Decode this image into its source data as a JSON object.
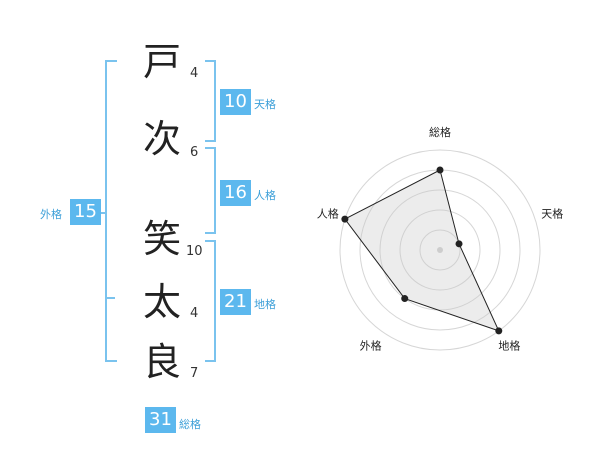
{
  "name": {
    "chars": [
      {
        "char": "戸",
        "strokes": "4"
      },
      {
        "char": "次",
        "strokes": "6"
      },
      {
        "char": "笑",
        "strokes": "10"
      },
      {
        "char": "太",
        "strokes": "4"
      },
      {
        "char": "良",
        "strokes": "7"
      }
    ]
  },
  "fortunes": {
    "ten": {
      "value": "10",
      "label": "天格"
    },
    "jin": {
      "value": "16",
      "label": "人格"
    },
    "chi": {
      "value": "21",
      "label": "地格"
    },
    "gai": {
      "value": "15",
      "label": "外格"
    },
    "sou": {
      "value": "31",
      "label": "総格"
    }
  },
  "bracket_color": "#7ac3ee",
  "badge_color": "#5cb8ee",
  "chart_data": {
    "type": "radar",
    "axes": [
      "総格",
      "天格",
      "地格",
      "外格",
      "人格"
    ],
    "values": [
      4,
      1,
      5,
      3,
      5
    ],
    "rmax": 5,
    "rings": 5
  }
}
